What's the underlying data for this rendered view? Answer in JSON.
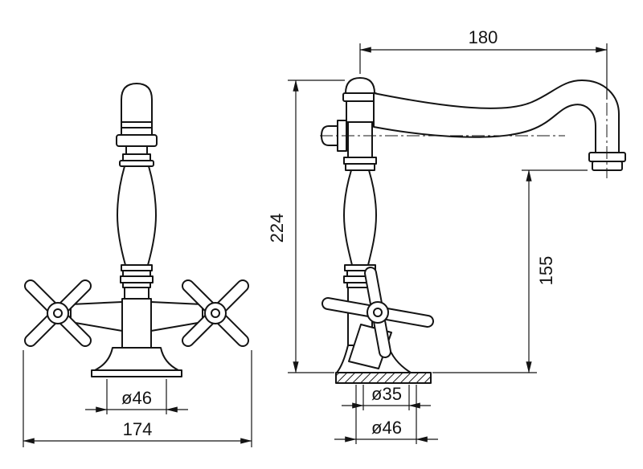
{
  "dims": {
    "reach": "180",
    "height": "224",
    "spout_height": "155",
    "front_base_diameter": "ø46",
    "overall_width": "174",
    "hole_diameter": "ø35",
    "side_base_diameter": "ø46"
  },
  "colors": {
    "line": "#141414",
    "background": "#ffffff"
  }
}
